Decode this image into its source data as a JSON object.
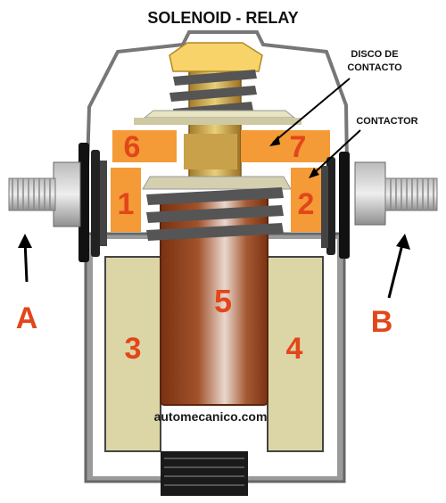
{
  "title": "SOLENOID - RELAY",
  "callouts": {
    "contact_disc": [
      "DISCO DE",
      "CONTACTO"
    ],
    "contactor": "CONTACTOR"
  },
  "parts": {
    "p1": "1",
    "p2": "2",
    "p3": "3",
    "p4": "4",
    "p5": "5",
    "p6": "6",
    "p7": "7"
  },
  "terminals": {
    "left": "A",
    "right": "B"
  },
  "watermark": "automecanico.com",
  "colors": {
    "orange": "#f49a36",
    "core": "#9a4a1e",
    "coil_winding": "#dcd6a6",
    "housing": "#8a8a8a",
    "spring": "#555555",
    "plunger": "#c9a14a",
    "label_red": "#e2461b"
  }
}
